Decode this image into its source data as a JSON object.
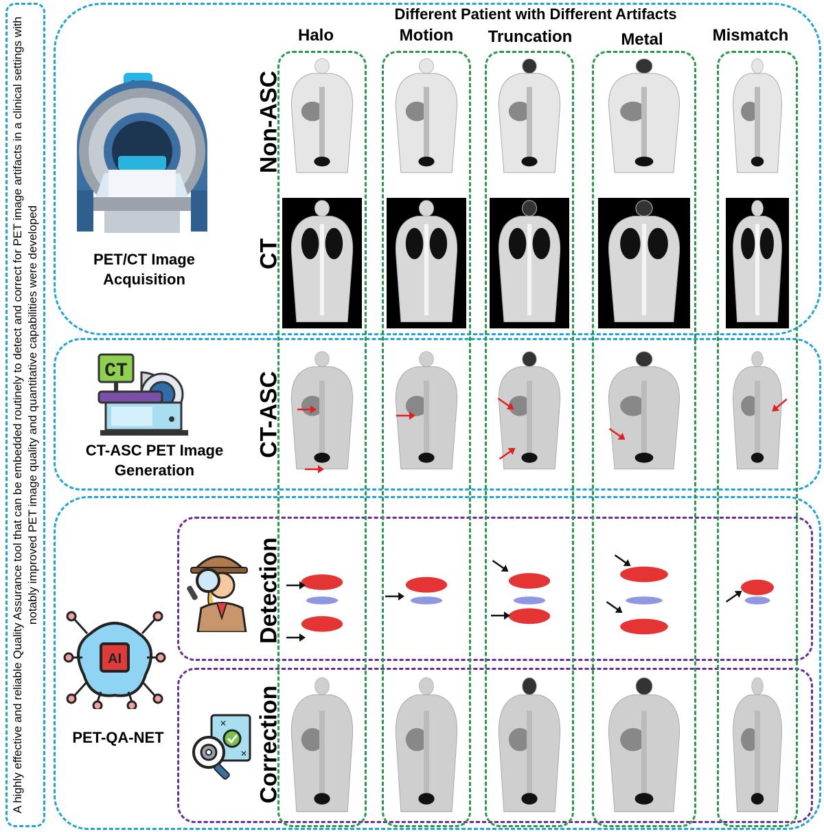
{
  "side_text": "A highly effective and reliable Quality Assurance  tool that can be embedded routinely to detect and correct for PET image artifacts in a clinical settings with notably improved PET image quality and quantitative capabilities were developed",
  "header": {
    "title": "Different Patient with Different Artifacts",
    "columns": [
      "Halo",
      "Motion",
      "Truncation",
      "Metal",
      "Mismatch"
    ]
  },
  "rows": {
    "non_asc": "Non-ASC",
    "ct": "CT",
    "ct_asc": "CT-ASC",
    "detection": "Detection",
    "correction": "Correction"
  },
  "sections": {
    "acquisition": "PET/CT Image Acquisition",
    "generation": "CT-ASC PET Image Generation",
    "network": "PET-QA-NET"
  },
  "icons": {
    "acquisition": "pet-ct-scanner-icon",
    "generation": "ct-scanner-icon",
    "network": "ai-brain-icon",
    "detection": "detective-magnifier-icon",
    "correction": "gear-checklist-icon",
    "ct_label": "CT"
  },
  "colors": {
    "section_border": "#1fa3dc",
    "qa_border": "#6a2d91",
    "column_border": "#2a9a4a",
    "arrow_red": "#e02020",
    "detection_red": "#e01010",
    "detection_blue": "#2030c0"
  }
}
